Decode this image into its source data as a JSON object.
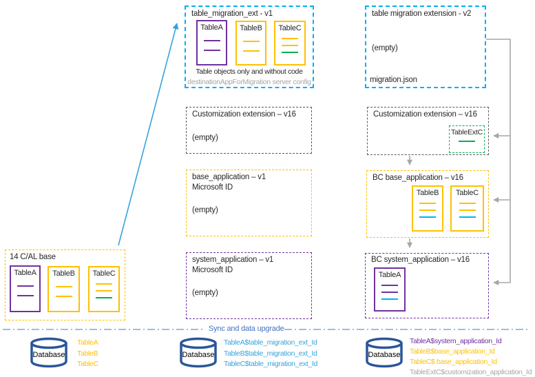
{
  "colors": {
    "cyan": "#00B0F0",
    "gold": "#FFC000",
    "purple": "#7030A0",
    "green": "#00B050",
    "connector_gray": "#A6A6A6",
    "db_blue": "#2A5699",
    "sync_text_blue": "#4472C4",
    "sync_line_blue": "#7DA7D8",
    "light_blue": "#35A3DC",
    "note_gray": "#A6A6A6"
  },
  "boxes": {
    "mig_ext_v1": {
      "title": "table_migration_ext - v1",
      "tables": {
        "a": "TableA",
        "b": "TableB",
        "c": "TableC"
      },
      "caption": "Table objects only and without code",
      "config_note": "destinationAppForMigration server config"
    },
    "mig_ext_v2": {
      "title": "table migration extension - v2",
      "empty": "(empty)",
      "file": "migration.json"
    },
    "cust_ext_left": {
      "title": "Customization extension – v16",
      "empty": "(empty)"
    },
    "cust_ext_right": {
      "title": "Customization extension – v16",
      "table_ext": "TableExtC"
    },
    "base_app_v1": {
      "title": "base_application – v1",
      "owner": "Microsoft ID",
      "empty": "(empty)"
    },
    "bc_base_app": {
      "title": "BC base_application – v16",
      "tables": {
        "b": "TableB",
        "c": "TableC"
      }
    },
    "sys_app_v1": {
      "title": "system_application – v1",
      "owner": "Microsoft ID",
      "empty": "(empty)"
    },
    "bc_sys_app": {
      "title": "BC system_application – v16",
      "tables": {
        "a": "TableA"
      }
    },
    "cal_base": {
      "title": "14 C/AL base",
      "tables": {
        "a": "TableA",
        "b": "TableB",
        "c": "TableC"
      }
    }
  },
  "sync_label": "Sync and data upgrade",
  "databases": [
    {
      "label": "Database",
      "tables": [
        {
          "text": "TableA",
          "color": "#FFC000"
        },
        {
          "text": "TableB",
          "color": "#FFC000"
        },
        {
          "text": "TableC",
          "color": "#FFC000"
        }
      ]
    },
    {
      "label": "Database",
      "tables": [
        {
          "text": "TableA$table_migration_ext_Id",
          "color": "#35A3DC"
        },
        {
          "text": "TableB$table_migration_ext_Id",
          "color": "#35A3DC"
        },
        {
          "text": "TableC$table_migration_ext_Id",
          "color": "#35A3DC"
        }
      ]
    },
    {
      "label": "Database",
      "tables": [
        {
          "text": "TableA$system_application_Id",
          "color": "#7030A0"
        },
        {
          "text": "TableB$base_application_Id",
          "color": "#FFC000"
        },
        {
          "text": "TableC$ base_application_Id",
          "color": "#FFC000"
        },
        {
          "text": "TableExtC$customization_application_Id",
          "color": "#A6A6A6"
        }
      ]
    }
  ]
}
